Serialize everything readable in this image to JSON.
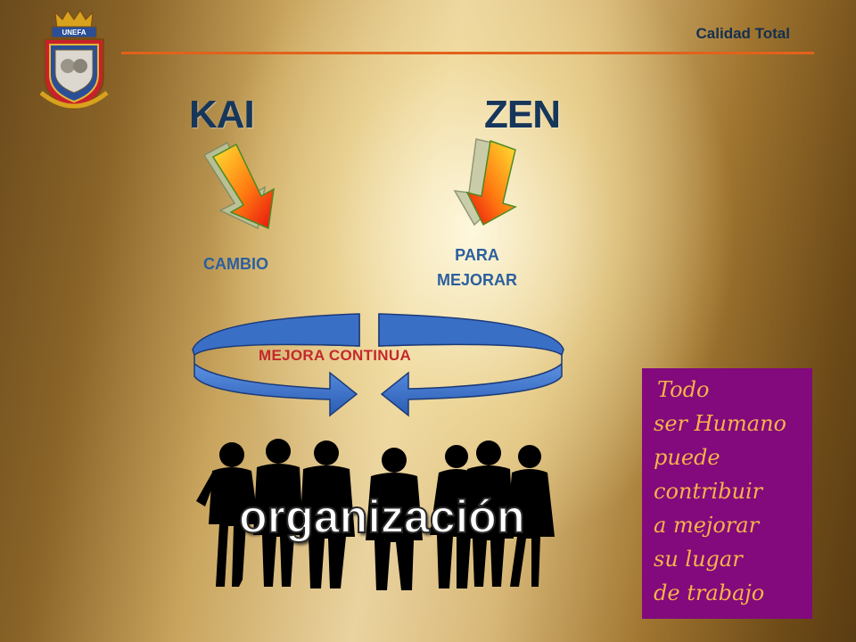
{
  "header": {
    "title": "Calidad Total"
  },
  "logo": {
    "badge_text": "UNEFA"
  },
  "concept": {
    "kai": "KAI",
    "zen": "ZEN",
    "kai_meaning": "CAMBIO",
    "zen_meaning_line1": "PARA",
    "zen_meaning_line2": "MEJORAR",
    "cycle_label": "MEJORA CONTINUA"
  },
  "callout": {
    "lines": [
      "Todo",
      "ser Humano",
      "puede",
      "contribuir",
      "a mejorar",
      "su lugar",
      "de trabajo"
    ]
  },
  "organization_label": "organización",
  "colors": {
    "title_blue": "#16365a",
    "label_blue": "#2c5f9e",
    "accent_orange": "#e2621b",
    "cycle_red": "#c4282c",
    "callout_bg": "#820a7c",
    "callout_text": "#f6b24a"
  },
  "icons": [
    "unefa-crest-logo",
    "down-arrow-icon",
    "curved-cycle-arrow",
    "people-silhouettes"
  ]
}
